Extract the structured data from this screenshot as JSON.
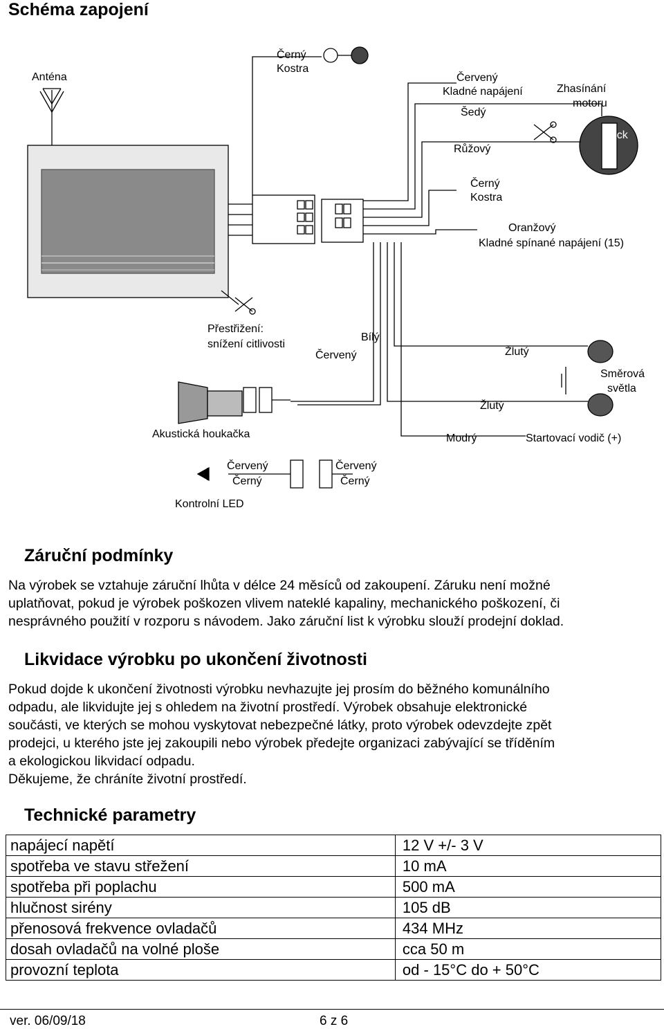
{
  "title": "Schéma zapojení",
  "diagram": {
    "labels": {
      "antena": "Anténa",
      "cerny1": "Černý",
      "kostra1": "Kostra",
      "cerveny_kladne": "Červený",
      "kladne_napajeni": "Kladné napájení",
      "sedy": "Šedý",
      "zhasinani1": "Zhasínání",
      "zhasinani2": "motoru",
      "ruzovy": "Růžový",
      "cerny2": "Černý",
      "kostra2": "Kostra",
      "oranzovy": "Oranžový",
      "kladne_spinane": "Kladné spínané napájení (15)",
      "prestrizeni1": "Přestřižení:",
      "prestrizeni2": "snížení citlivosti",
      "bily": "Bílý",
      "cerveny_siren": "Červený",
      "zluty1": "Žlutý",
      "smerova1": "Směrová",
      "smerova2": "světla",
      "zluty2": "Žlutý",
      "akusticka": "Akustická houkačka",
      "modry": "Modrý",
      "startovaci": "Startovací vodič (+)",
      "led_cerveny": "Červený",
      "led_cerny": "Černý",
      "sw_cerveny": "Červený",
      "sw_cerny": "Černý",
      "kontrolni_led": "Kontrolní LED",
      "lock": "Lock"
    }
  },
  "warranty": {
    "title": "Záruční podmínky",
    "lines": [
      "Na výrobek se vztahuje záruční lhůta v délce 24 měsíců od zakoupení. Záruku není možné",
      "uplatňovat, pokud je výrobek poškozen vlivem nateklé kapaliny, mechanického poškození, či",
      "nesprávného použití v rozporu s návodem. Jako záruční list k výrobku slouží prodejní doklad."
    ]
  },
  "disposal": {
    "title": "Likvidace výrobku po ukončení životnosti",
    "lines": [
      "Pokud dojde k ukončení životnosti výrobku nevhazujte jej prosím do běžného komunálního",
      "odpadu, ale likvidujte jej s ohledem na životní prostředí. Výrobek obsahuje elektronické",
      "součásti, ve kterých se mohou vyskytovat nebezpečné látky, proto výrobek odevzdejte zpět",
      "prodejci, u kterého jste jej zakoupili nebo výrobek předejte organizaci zabývající se tříděním",
      "a ekologickou likvidací odpadu.",
      "Děkujeme, že chráníte životní prostředí."
    ]
  },
  "specs": {
    "title": "Technické parametry",
    "rows": [
      {
        "name": "napájecí napětí",
        "value": "12 V +/- 3 V"
      },
      {
        "name": "spotřeba ve stavu střežení",
        "value": "10 mA"
      },
      {
        "name": "spotřeba při poplachu",
        "value": "500 mA"
      },
      {
        "name": "hlučnost sirény",
        "value": "105 dB"
      },
      {
        "name": "přenosová frekvence ovladačů",
        "value": "434 MHz"
      },
      {
        "name": "dosah ovladačů na volné ploše",
        "value": "cca 50 m"
      },
      {
        "name": "provozní teplota",
        "value": "od - 15°C do + 50°C"
      }
    ]
  },
  "footer": {
    "version": "ver. 06/09/18",
    "page": "6 z 6"
  }
}
